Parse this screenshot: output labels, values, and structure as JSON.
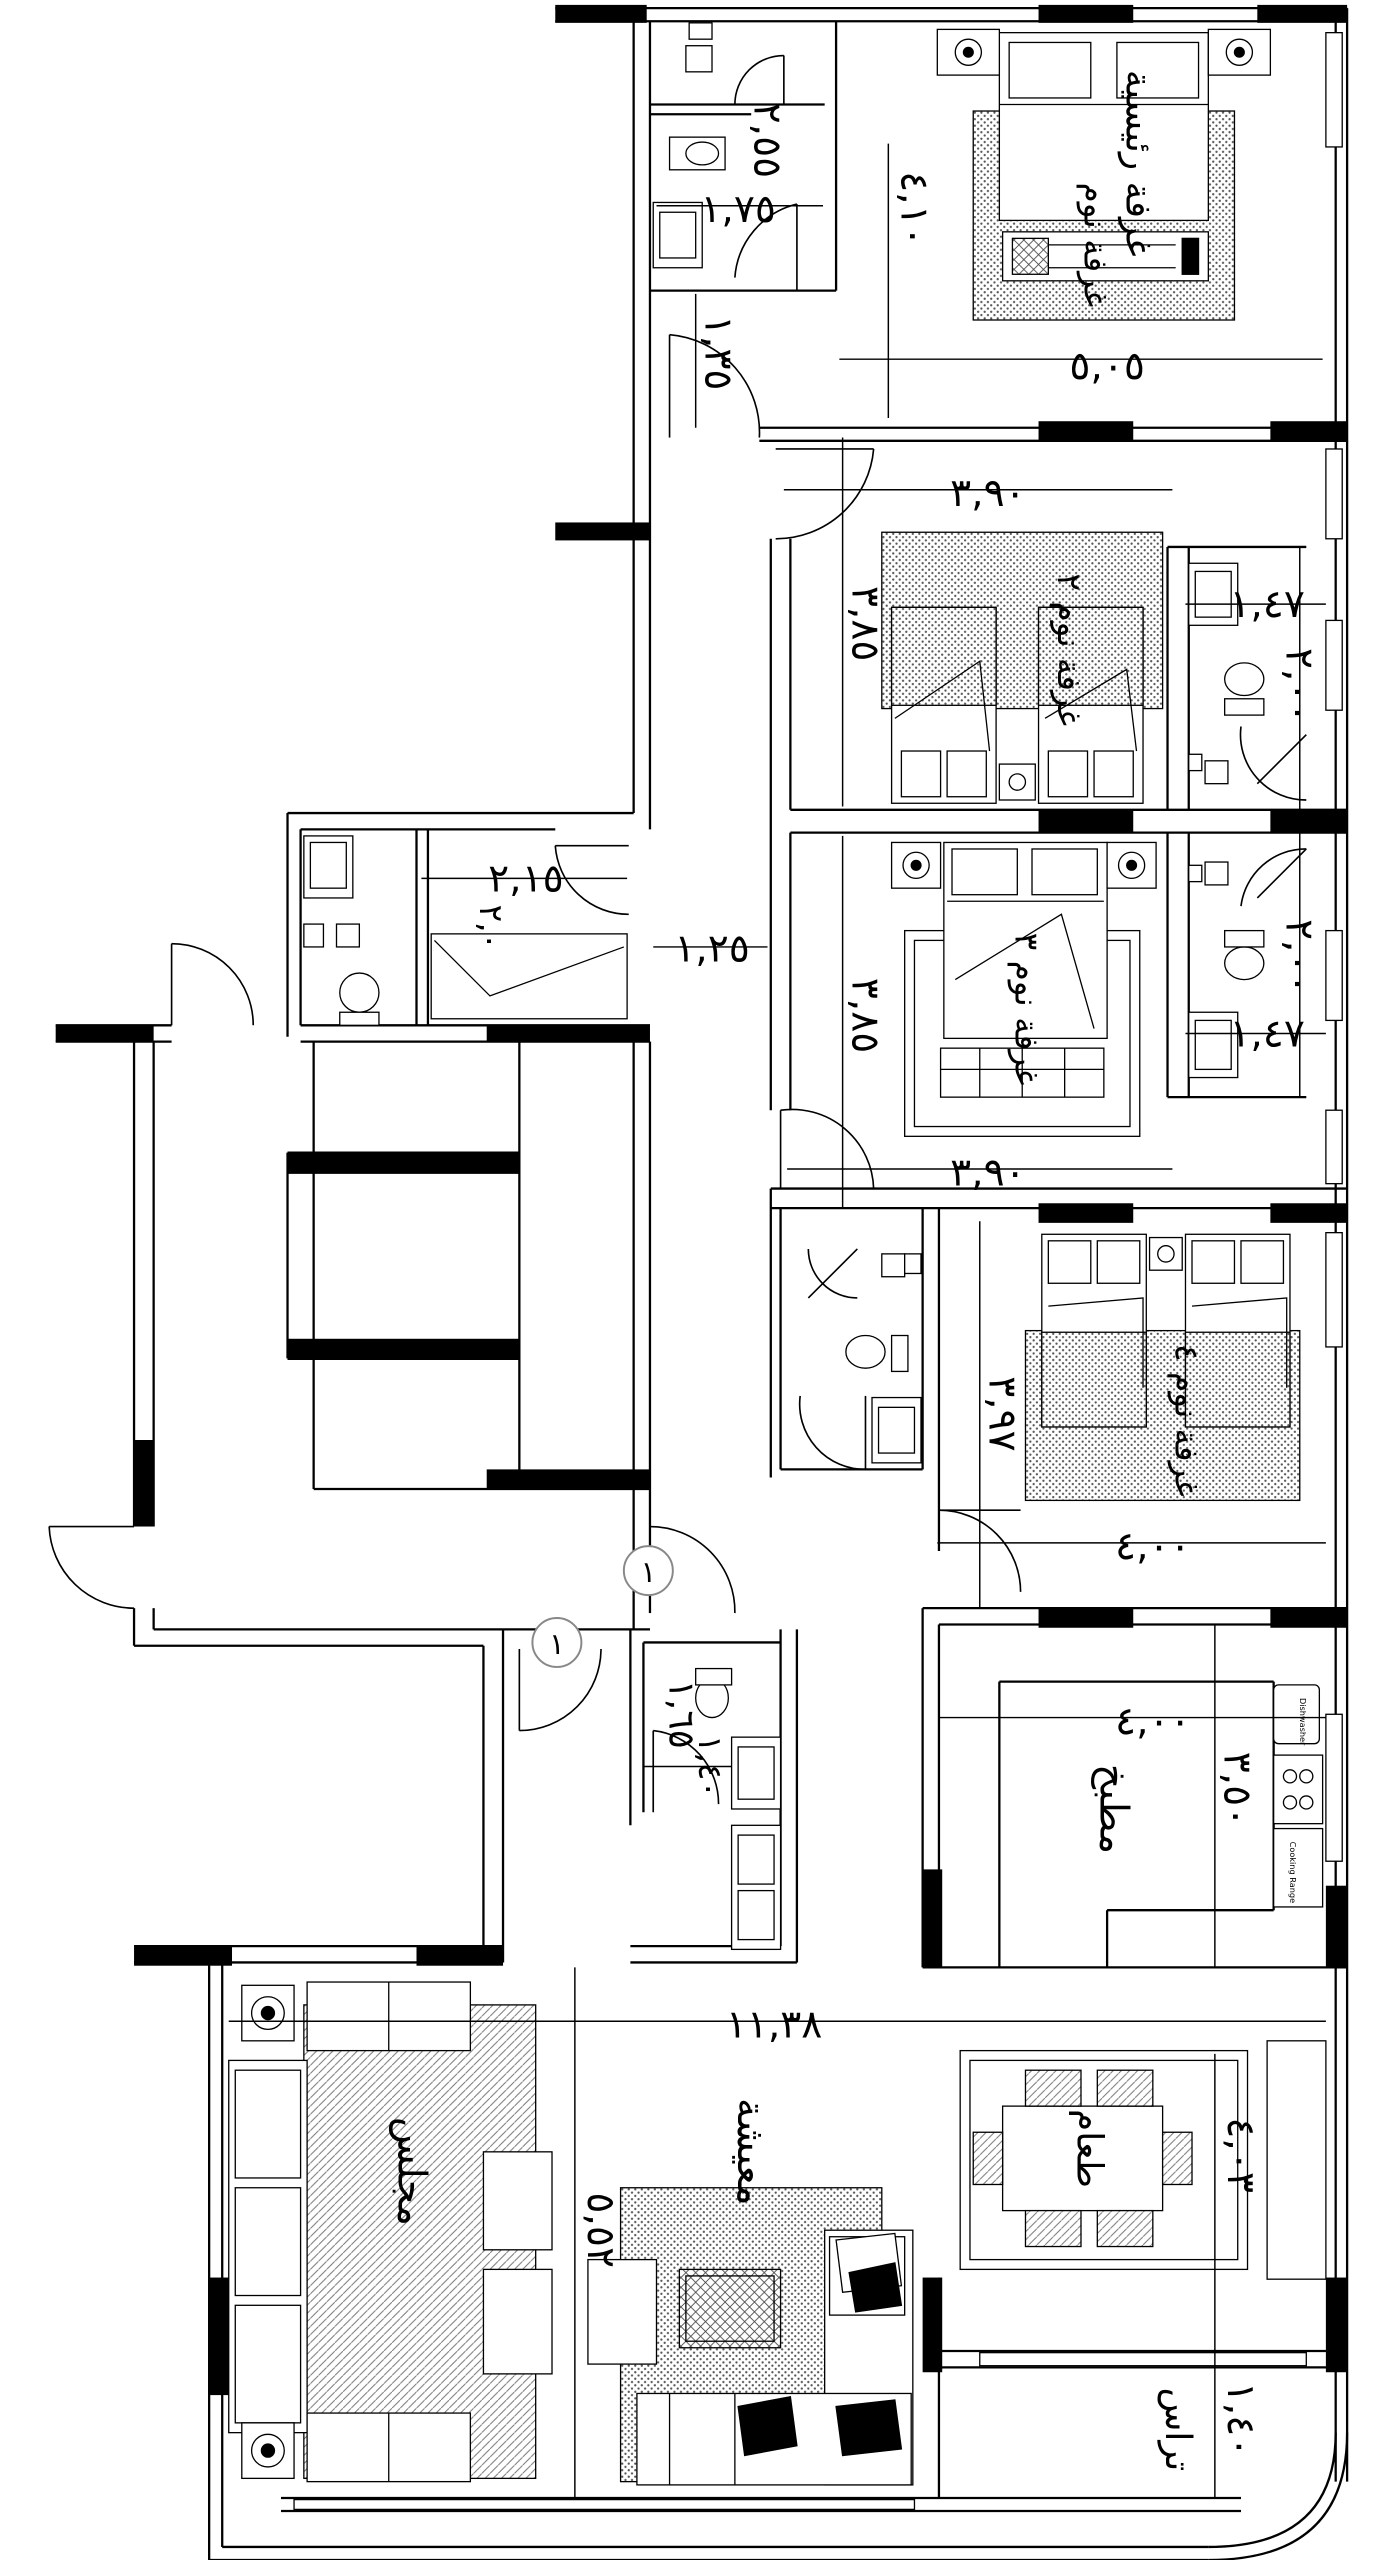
{
  "rooms": {
    "master_bedroom": "غرفة رئيسية",
    "master_bedroom_sub": "غرفة نوم",
    "bedroom_2": "غرفة نوم ٢",
    "bedroom_3": "غرفة نوم ٣",
    "bedroom_4": "غرفة نوم ٤",
    "kitchen": "مطبخ",
    "dining": "طعام",
    "majlis": "مجلس",
    "living": "معيشة",
    "terrace": "تراس"
  },
  "dimensions": {
    "master_width": "٥,٠٥",
    "master_length": "٤,١٠",
    "master_bath": "٢,٥٥",
    "master_bath_w": "١,٧٥",
    "corridor_top": "١,٣٥",
    "bed2_width": "٣,٩٠",
    "bed2_length": "٣,٨٥",
    "bath2_w": "١,٤٧",
    "bath2_l": "٢,٠٠",
    "bed3_width": "٣,٩٠",
    "bed3_length": "٣,٨٥",
    "bath3_w": "١,٤٧",
    "bath3_l": "٢,٠٠",
    "corridor_mid": "١,٢٥",
    "maid_w": "٢,١٥",
    "maid_l": "٢,٠",
    "bed4_width": "٤,٠٠",
    "bed4_length": "٣,٩٧",
    "kitchen_width": "٤,٠٠",
    "kitchen_length": "٣,٥٠",
    "guest_bath_a": "١,٦٥",
    "guest_bath_b": "١,٤٠",
    "hall_width": "١١,٣٨",
    "hall_length": "٥,٥٢",
    "dining_len": "٤,٠٣",
    "terrace_len": "١,٤٠"
  },
  "markers": {
    "entry_a": "١",
    "entry_b": "١"
  },
  "appliance_labels": {
    "dishwasher": "Dishwasher",
    "range": "Cooking Range"
  }
}
